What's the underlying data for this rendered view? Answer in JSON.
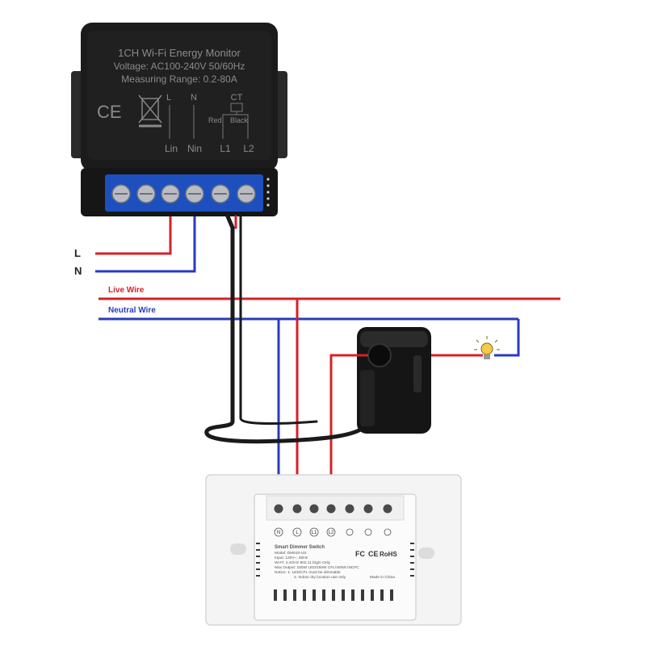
{
  "module": {
    "title": "1CH Wi-Fi Energy Monitor",
    "voltage": "Voltage: AC100-240V 50/60Hz",
    "range": "Measuring Range: 0.2-80A",
    "mark_ce": "CE",
    "mark_L": "L",
    "mark_N": "N",
    "mark_CT": "CT",
    "ct_red": "Red",
    "ct_black": "Black",
    "terminals": [
      "Lin",
      "Nin",
      "L1",
      "L2"
    ]
  },
  "supply": {
    "L": "L",
    "N": "N"
  },
  "wires": {
    "live": "Live Wire",
    "neutral": "Neutral Wire"
  },
  "switch": {
    "terminal_labels": [
      "N",
      "L",
      "L1",
      "L2"
    ],
    "title": "Smart Dimmer Switch",
    "lines": [
      "Model: DM610-US",
      "Input: 120V~, 60Hz",
      "Wi-Fi: 2.4GHz 802.11 b/g/n Only",
      "Max Output: 150W LED/150W CFL/400W INCFC",
      "Notice: 1. LED/CFL must be dimmable",
      "2. Indoor dry location use only"
    ],
    "fc": "FC",
    "ce": "CE",
    "rohs": "RoHS",
    "made": "Made in China"
  },
  "colors": {
    "live": "#d42127",
    "neutral": "#2a3bbd",
    "module_body": "#1b1b1b",
    "terminal_block": "#1d4fbf",
    "ct_clamp": "#151515",
    "switch_plate": "#f4f4f4"
  }
}
